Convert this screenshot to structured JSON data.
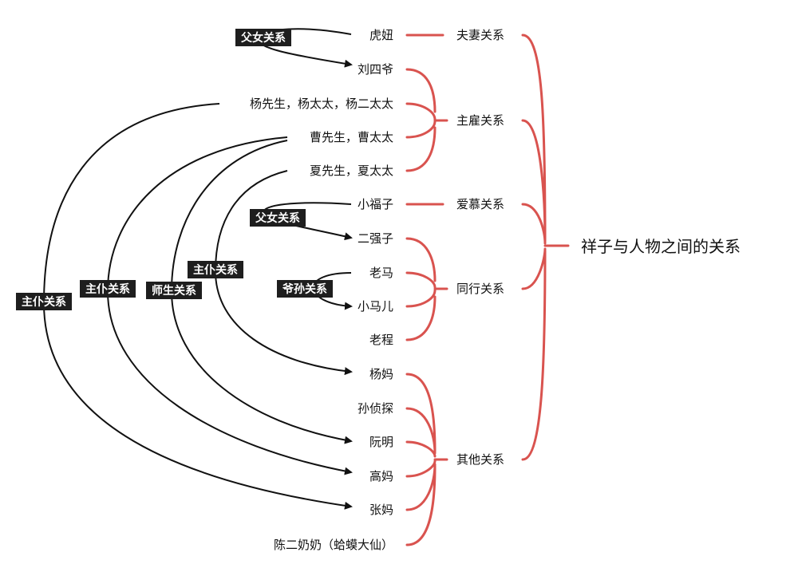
{
  "root": "祥子与人物之间的关系",
  "categories": {
    "couple": "夫妻关系",
    "employer": "主雇关系",
    "love": "爱慕关系",
    "peer": "同行关系",
    "other": "其他关系"
  },
  "people": {
    "huniu": "虎妞",
    "liusiye": "刘四爷",
    "yang": "杨先生，杨太太，杨二太太",
    "cao": "曹先生，曹太太",
    "xia": "夏先生，夏太太",
    "xiaofuzi": "小福子",
    "erqiangzi": "二强子",
    "laoma": "老马",
    "xiaomaer": "小马儿",
    "laocheng": "老程",
    "yangma": "杨妈",
    "sunzhentan": "孙侦探",
    "ruanming": "阮明",
    "gaoma": "高妈",
    "zhangma": "张妈",
    "chenernainai": "陈二奶奶（蛤蟆大仙）"
  },
  "relation_tags": {
    "fuzi_liu": "父女关系",
    "fuzi_xiao": "父女关系",
    "yesun": "爷孙关系",
    "zhupu_yang": "主仆关系",
    "zhupu_cao": "主仆关系",
    "shisheng": "师生关系",
    "zhupu_xia": "主仆关系"
  },
  "colors": {
    "bracket": "#d9534f",
    "arrow": "#111111",
    "tag_bg": "#1e1e1e"
  }
}
